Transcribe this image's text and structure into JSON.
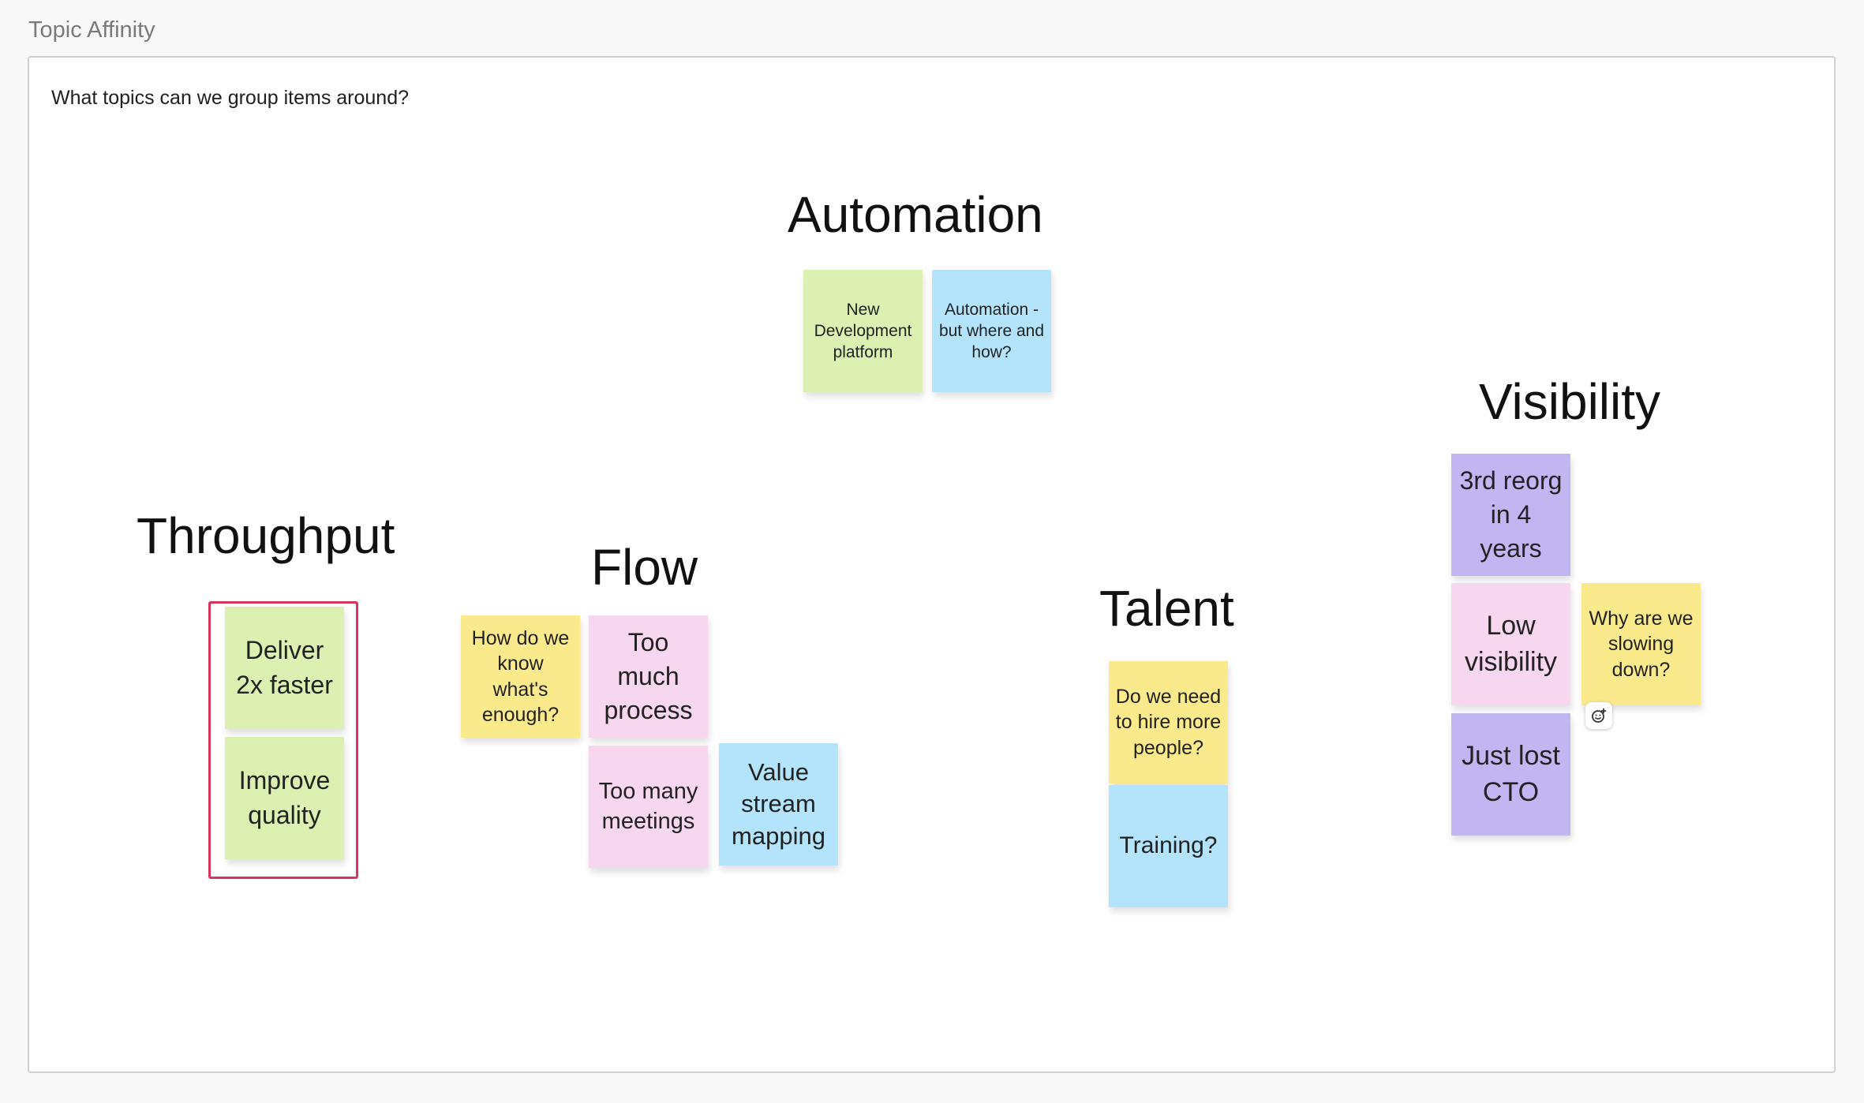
{
  "board": {
    "frame_title": "Topic Affinity",
    "prompt": "What topics can we group items around?"
  },
  "headings": {
    "automation": "Automation",
    "throughput": "Throughput",
    "flow": "Flow",
    "talent": "Talent",
    "visibility": "Visibility"
  },
  "stickies": {
    "new_dev_platform": "New Development platform",
    "automation_where": "Automation - but where and how?",
    "deliver_faster": "Deliver 2x faster",
    "improve_quality": "Improve quality",
    "how_do_we_know": "How do we know what's enough?",
    "too_much_process": "Too much process",
    "too_many_meetings": "Too many meetings",
    "value_stream": "Value stream mapping",
    "hire_more": "Do we need to hire more people?",
    "training": "Training?",
    "reorg": "3rd reorg in 4 years",
    "low_visibility": "Low visibility",
    "slowing_down": "Why are we slowing down?",
    "lost_cto": "Just lost CTO"
  },
  "colors": {
    "green": "#dcf0b1",
    "blue": "#b3e4fb",
    "yellow": "#faea8c",
    "pink": "#f7d7ef",
    "purple": "#c1b6f2",
    "selection": "#d9345e"
  },
  "icons": {
    "reaction": "add-reaction-icon"
  }
}
